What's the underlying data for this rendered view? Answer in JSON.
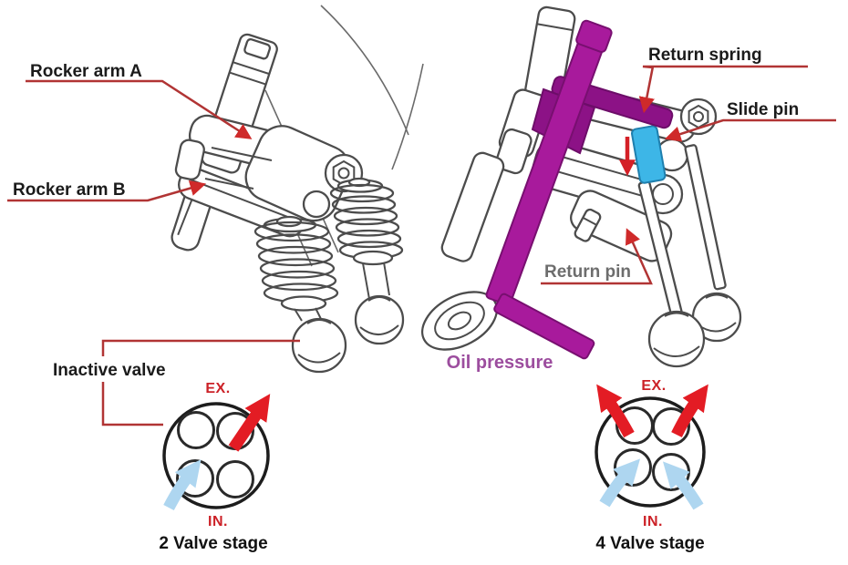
{
  "diagram": {
    "left": {
      "rocker_arm_a": "Rocker arm A",
      "rocker_arm_b": "Rocker arm B",
      "inactive_valve": "Inactive valve",
      "stage": {
        "exhaust": "EX.",
        "intake": "IN.",
        "caption": "2 Valve stage"
      }
    },
    "right": {
      "return_spring": "Return spring",
      "slide_pin": "Slide pin",
      "return_pin": "Return pin",
      "oil_pressure": "Oil pressure",
      "stage": {
        "exhaust": "EX.",
        "intake": "IN.",
        "caption": "4 Valve stage"
      }
    },
    "colors": {
      "leader_red": "#b13434",
      "arrowhead_red": "#cf2a2a",
      "stage_arrow_red": "#e31c24",
      "stage_arrow_blue": "#aed6f0",
      "stage_text_red": "#cc2127",
      "label_black": "#1b1b1b",
      "label_gray": "#6d6d6d",
      "oil_pressure_purple": "#9c4d9e",
      "oil_rod_magenta": "#a81a9c",
      "return_spring_purple": "#8c1286",
      "slide_pin_cyan": "#3db6e7",
      "line_art_gray": "#4c4c4c"
    }
  }
}
